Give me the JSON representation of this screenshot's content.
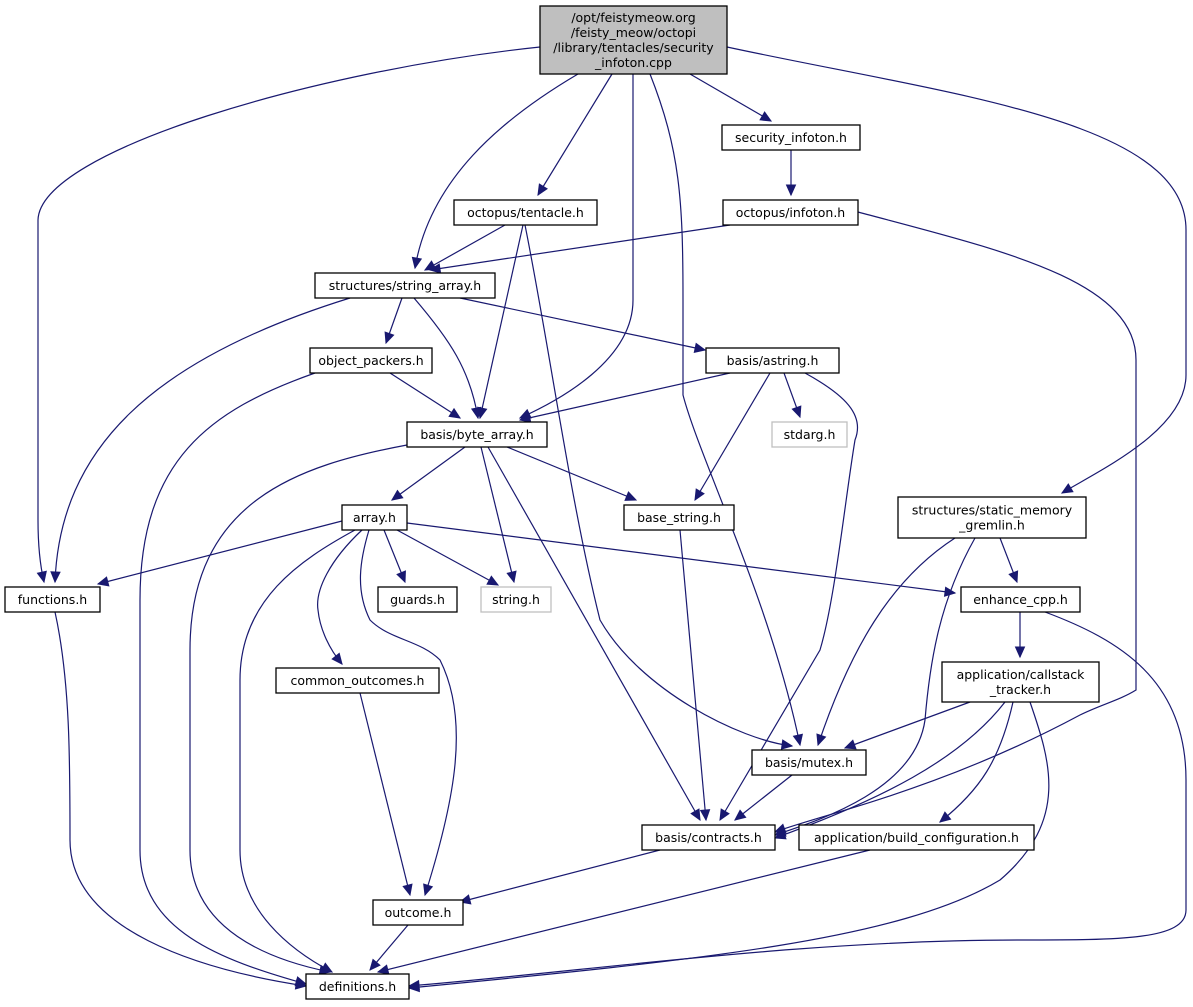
{
  "title": "Include dependency graph for security_infoton.cpp",
  "nodes": [
    {
      "id": "root",
      "lines": [
        "/opt/feistymeow.org",
        "/feisty_meow/octopi",
        "/library/tentacles/security",
        "_infoton.cpp"
      ],
      "kind": "root"
    },
    {
      "id": "security_infoton_h",
      "lines": [
        "security_infoton.h"
      ],
      "kind": "normal"
    },
    {
      "id": "octopus_tentacle_h",
      "lines": [
        "octopus/tentacle.h"
      ],
      "kind": "normal"
    },
    {
      "id": "octopus_infoton_h",
      "lines": [
        "octopus/infoton.h"
      ],
      "kind": "normal"
    },
    {
      "id": "string_array_h",
      "lines": [
        "structures/string_array.h"
      ],
      "kind": "normal"
    },
    {
      "id": "object_packers_h",
      "lines": [
        "object_packers.h"
      ],
      "kind": "normal"
    },
    {
      "id": "astring_h",
      "lines": [
        "basis/astring.h"
      ],
      "kind": "normal"
    },
    {
      "id": "byte_array_h",
      "lines": [
        "basis/byte_array.h"
      ],
      "kind": "normal"
    },
    {
      "id": "stdarg_h",
      "lines": [
        "stdarg.h"
      ],
      "kind": "external"
    },
    {
      "id": "static_memory_gremlin_h",
      "lines": [
        "structures/static_memory",
        "_gremlin.h"
      ],
      "kind": "normal"
    },
    {
      "id": "array_h",
      "lines": [
        "array.h"
      ],
      "kind": "normal"
    },
    {
      "id": "base_string_h",
      "lines": [
        "base_string.h"
      ],
      "kind": "normal"
    },
    {
      "id": "functions_h",
      "lines": [
        "functions.h"
      ],
      "kind": "normal"
    },
    {
      "id": "guards_h",
      "lines": [
        "guards.h"
      ],
      "kind": "normal"
    },
    {
      "id": "string_h",
      "lines": [
        "string.h"
      ],
      "kind": "external"
    },
    {
      "id": "enhance_cpp_h",
      "lines": [
        "enhance_cpp.h"
      ],
      "kind": "normal"
    },
    {
      "id": "common_outcomes_h",
      "lines": [
        "common_outcomes.h"
      ],
      "kind": "normal"
    },
    {
      "id": "callstack_tracker_h",
      "lines": [
        "application/callstack",
        "_tracker.h"
      ],
      "kind": "normal"
    },
    {
      "id": "mutex_h",
      "lines": [
        "basis/mutex.h"
      ],
      "kind": "normal"
    },
    {
      "id": "contracts_h",
      "lines": [
        "basis/contracts.h"
      ],
      "kind": "normal"
    },
    {
      "id": "build_configuration_h",
      "lines": [
        "application/build_configuration.h"
      ],
      "kind": "normal"
    },
    {
      "id": "outcome_h",
      "lines": [
        "outcome.h"
      ],
      "kind": "normal"
    },
    {
      "id": "definitions_h",
      "lines": [
        "definitions.h"
      ],
      "kind": "normal"
    }
  ],
  "edges": [
    [
      "root",
      "functions_h"
    ],
    [
      "root",
      "string_array_h"
    ],
    [
      "root",
      "octopus_tentacle_h"
    ],
    [
      "root",
      "byte_array_h"
    ],
    [
      "root",
      "mutex_h"
    ],
    [
      "root",
      "security_infoton_h"
    ],
    [
      "root",
      "static_memory_gremlin_h"
    ],
    [
      "security_infoton_h",
      "octopus_infoton_h"
    ],
    [
      "octopus_infoton_h",
      "string_array_h"
    ],
    [
      "octopus_infoton_h",
      "contracts_h"
    ],
    [
      "octopus_tentacle_h",
      "string_array_h"
    ],
    [
      "octopus_tentacle_h",
      "byte_array_h"
    ],
    [
      "octopus_tentacle_h",
      "mutex_h"
    ],
    [
      "string_array_h",
      "functions_h"
    ],
    [
      "string_array_h",
      "object_packers_h"
    ],
    [
      "string_array_h",
      "byte_array_h"
    ],
    [
      "string_array_h",
      "astring_h"
    ],
    [
      "object_packers_h",
      "byte_array_h"
    ],
    [
      "object_packers_h",
      "definitions_h"
    ],
    [
      "astring_h",
      "byte_array_h"
    ],
    [
      "astring_h",
      "stdarg_h"
    ],
    [
      "astring_h",
      "base_string_h"
    ],
    [
      "astring_h",
      "contracts_h"
    ],
    [
      "byte_array_h",
      "array_h"
    ],
    [
      "byte_array_h",
      "string_h"
    ],
    [
      "byte_array_h",
      "base_string_h"
    ],
    [
      "byte_array_h",
      "contracts_h"
    ],
    [
      "byte_array_h",
      "definitions_h"
    ],
    [
      "array_h",
      "functions_h"
    ],
    [
      "array_h",
      "guards_h"
    ],
    [
      "array_h",
      "string_h"
    ],
    [
      "array_h",
      "enhance_cpp_h"
    ],
    [
      "array_h",
      "common_outcomes_h"
    ],
    [
      "array_h",
      "outcome_h"
    ],
    [
      "array_h",
      "definitions_h"
    ],
    [
      "base_string_h",
      "contracts_h"
    ],
    [
      "static_memory_gremlin_h",
      "enhance_cpp_h"
    ],
    [
      "static_memory_gremlin_h",
      "mutex_h"
    ],
    [
      "static_memory_gremlin_h",
      "contracts_h"
    ],
    [
      "enhance_cpp_h",
      "callstack_tracker_h"
    ],
    [
      "enhance_cpp_h",
      "definitions_h"
    ],
    [
      "callstack_tracker_h",
      "mutex_h"
    ],
    [
      "callstack_tracker_h",
      "contracts_h"
    ],
    [
      "callstack_tracker_h",
      "build_configuration_h"
    ],
    [
      "callstack_tracker_h",
      "definitions_h"
    ],
    [
      "functions_h",
      "definitions_h"
    ],
    [
      "common_outcomes_h",
      "outcome_h"
    ],
    [
      "mutex_h",
      "contracts_h"
    ],
    [
      "contracts_h",
      "outcome_h"
    ],
    [
      "build_configuration_h",
      "definitions_h"
    ],
    [
      "outcome_h",
      "definitions_h"
    ]
  ],
  "colors": {
    "edge": "#191970",
    "root_fill": "#bfbfbf",
    "node_border": "#000000",
    "external_border": "#bfbfbf"
  }
}
